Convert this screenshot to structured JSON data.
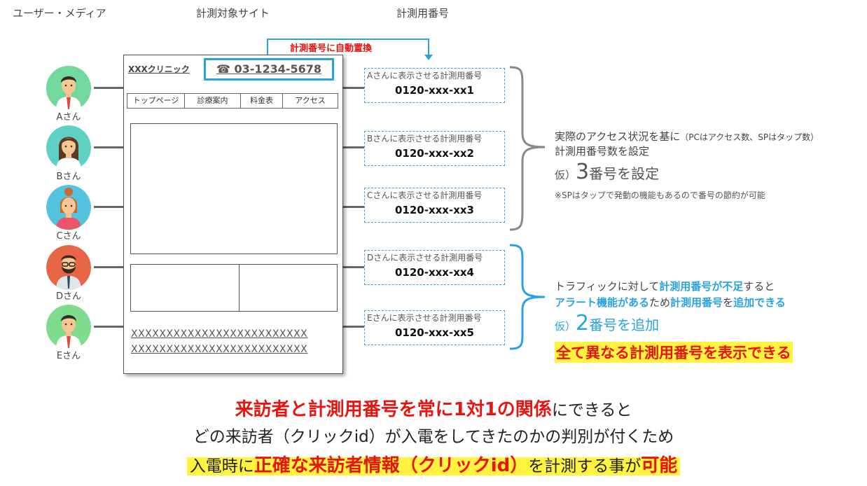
{
  "headers": {
    "user_media": "ユーザー・メディア",
    "site": "計測対象サイト",
    "number": "計測用番号"
  },
  "users": [
    {
      "label": "Aさん",
      "avatar": "man-blonde-icon"
    },
    {
      "label": "Bさん",
      "avatar": "woman-icon"
    },
    {
      "label": "Cさん",
      "avatar": "woman-bun-icon"
    },
    {
      "label": "Dさん",
      "avatar": "man-beard-icon"
    },
    {
      "label": "Eさん",
      "avatar": "man-icon"
    }
  ],
  "site": {
    "logo": "XXXクリニック",
    "phone": "☎ 03-1234-5678",
    "nav": [
      "トップページ",
      "診療案内",
      "料金表",
      "アクセス"
    ],
    "footer_lines": [
      "XXXXXXXXXXXXXXXXXXXXXXXXX",
      "XXXXXXXXXXXXXXXXXXXXXXXXX"
    ]
  },
  "replace_label": "計測番号に自動置換",
  "numbers": [
    {
      "caption": "Aさんに表示させる計測用番号",
      "value": "0120-xxx-xx1"
    },
    {
      "caption": "Bさんに表示させる計測用番号",
      "value": "0120-xxx-xx2"
    },
    {
      "caption": "Cさんに表示させる計測用番号",
      "value": "0120-xxx-xx3"
    },
    {
      "caption": "Dさんに表示させる計測用番号",
      "value": "0120-xxx-xx4"
    },
    {
      "caption": "Eさんに表示させる計測用番号",
      "value": "0120-xxx-xx5"
    }
  ],
  "note_top": {
    "line1": "実際のアクセス状況を基に",
    "line1_small": "（PCはアクセス数、SPはタップ数）",
    "line2": "計測用番号数を設定",
    "prefix": "仮）",
    "big": "3",
    "suffix": "番号を設定",
    "footnote": "※SPはタップで発動の機能もあるので番号の節約が可能"
  },
  "note_bottom": {
    "l1a": "トラフィックに対して",
    "l1b": "計測用番号が不足",
    "l1c": "すると",
    "l2a": "アラート機能がある",
    "l2b": "ため",
    "l2c": "計測用番号",
    "l2d": "を",
    "l2e": "追加できる",
    "prefix": "仮）",
    "big": "2",
    "suffix": "番号を追加",
    "highlight": "全て異なる計測用番号を表示できる"
  },
  "bottom": {
    "l1a": "来訪者と計測用番号を常に1対1の関係",
    "l1b": "にできると",
    "l2": "どの来訪者（クリックid）が入電をしてきたのかの判別が付くため",
    "l3a": "入電時に",
    "l3b": "正確な来訪者情報（クリックid）",
    "l3c": "を計測する事が",
    "l3d": "可能"
  },
  "colors": {
    "accent_blue": "#29a3e0",
    "accent_red": "#e8140f",
    "highlight_yellow": "#fff33f"
  }
}
